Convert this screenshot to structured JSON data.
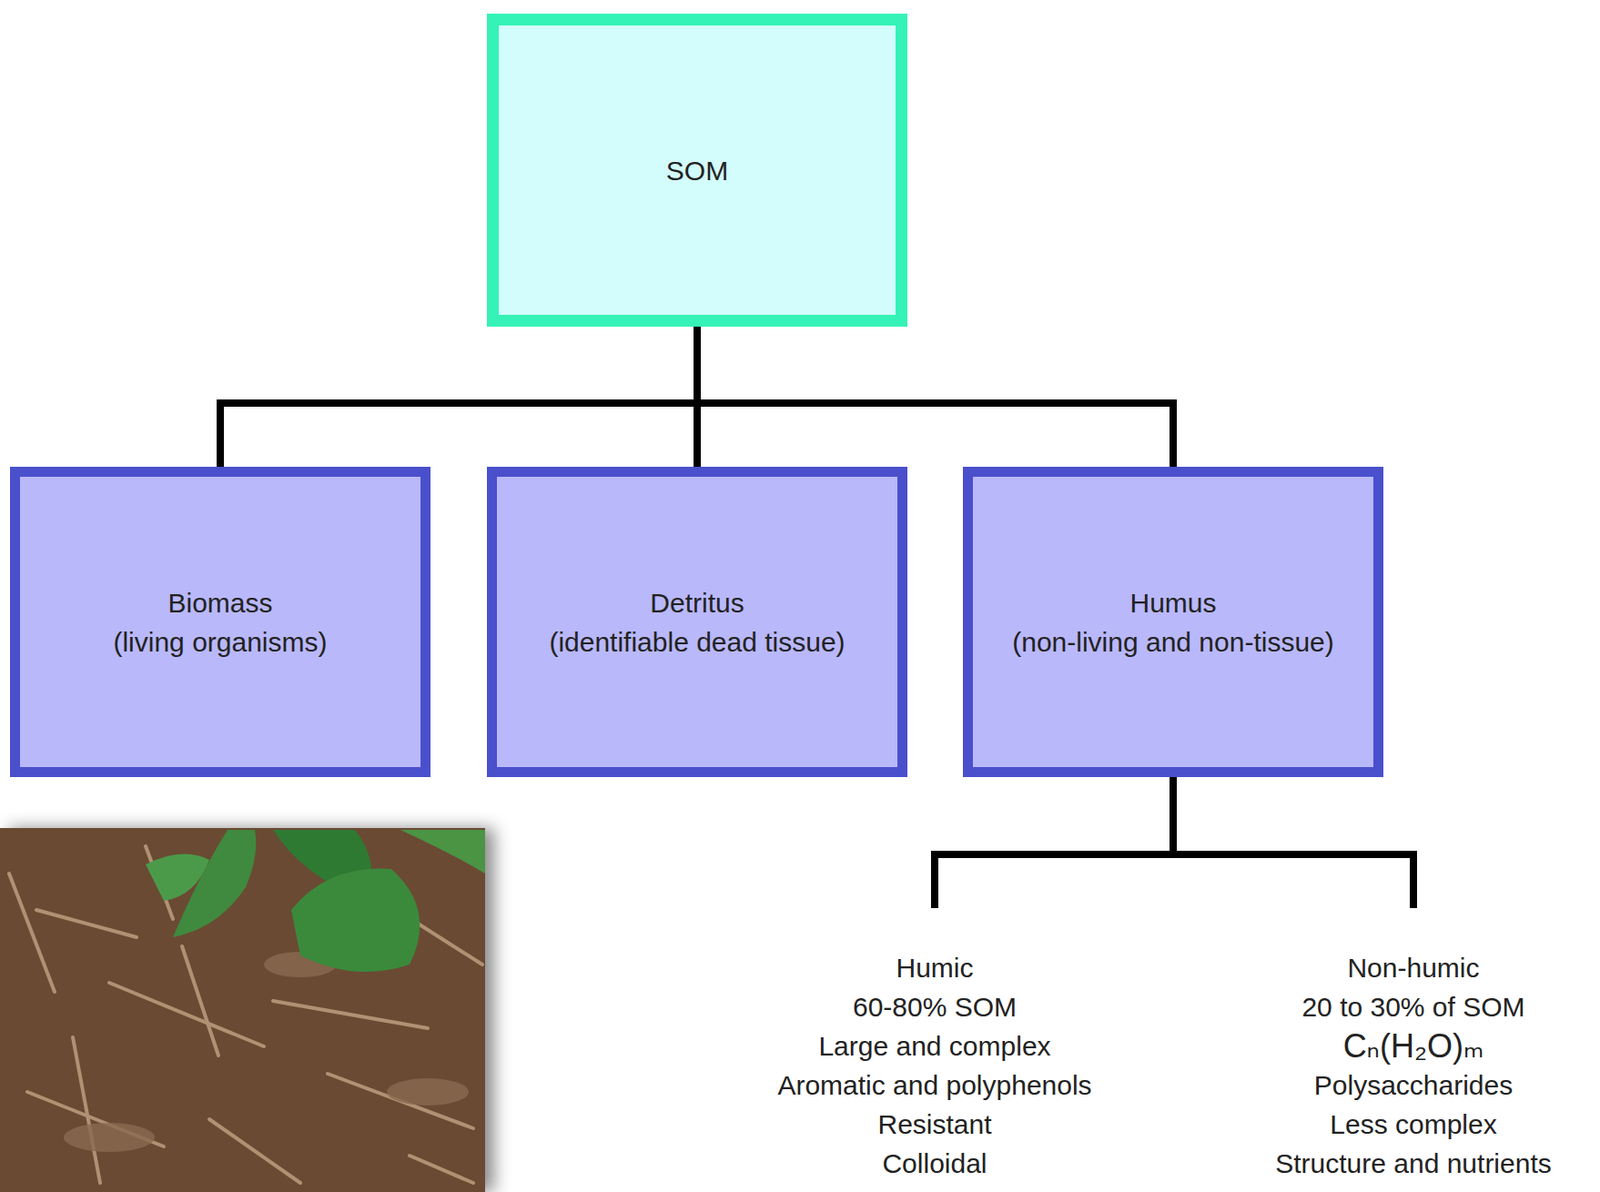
{
  "diagram": {
    "nodes": [
      {
        "text": [
          "SOM"
        ]
      },
      {
        "text": [
          "Biomass",
          "(living organisms)"
        ]
      },
      {
        "text": [
          "Detritus",
          "(identifiable dead tissue)"
        ]
      },
      {
        "text": [
          "Humus",
          "(non-living and non-tissue)"
        ]
      },
      {
        "text": [
          "Humic",
          "60-80% SOM",
          "Large and complex",
          "Aromatic and polyphenols",
          "Resistant",
          "Colloidal"
        ]
      },
      {
        "text": [
          "Non-humic",
          "20 to 30% of SOM",
          "Cₙ(H₂O)ₘ",
          "Polysaccharides",
          "Less complex",
          "Structure and nutrients"
        ]
      }
    ],
    "edges": [
      {
        "from": 0,
        "to": 1,
        "arrow": "none"
      },
      {
        "from": 0,
        "to": 2,
        "arrow": "none"
      },
      {
        "from": 0,
        "to": 3,
        "arrow": "none"
      },
      {
        "from": 3,
        "to": 4,
        "arrow": "none"
      },
      {
        "from": 3,
        "to": 5,
        "arrow": "none"
      }
    ]
  }
}
